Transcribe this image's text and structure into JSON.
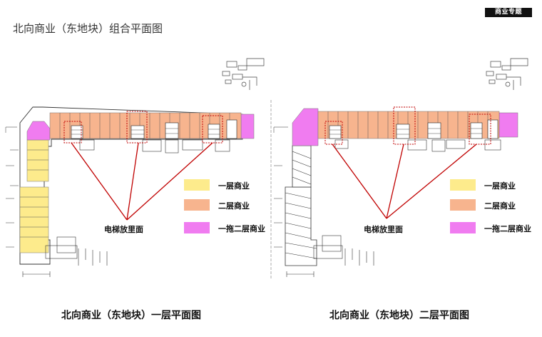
{
  "header": {
    "tag": "商业专题",
    "title": "北向商业（东地块）组合平面图"
  },
  "colors": {
    "first_floor_yellow": "#FDEB8C",
    "second_floor_orange": "#F7B48E",
    "drag_two_floor_pink": "#F07CF0",
    "callout_red": "#C00000",
    "line_dark": "#333333"
  },
  "plans": {
    "first_floor": {
      "caption": "北向商业（东地块）一层平面图",
      "callout": "电梯放里面",
      "legend": [
        {
          "label": "一层商业",
          "color": "#FDEB8C"
        },
        {
          "label": "二层商业",
          "color": "#F7B48E"
        },
        {
          "label": "一拖二层商业",
          "color": "#F07CF0"
        }
      ]
    },
    "second_floor": {
      "caption": "北向商业（东地块）二层平面图",
      "callout": "电梯放里面",
      "legend": [
        {
          "label": "一层商业",
          "color": "#FDEB8C"
        },
        {
          "label": "二层商业",
          "color": "#F7B48E"
        },
        {
          "label": "一拖二层商业",
          "color": "#F07CF0"
        }
      ]
    }
  }
}
